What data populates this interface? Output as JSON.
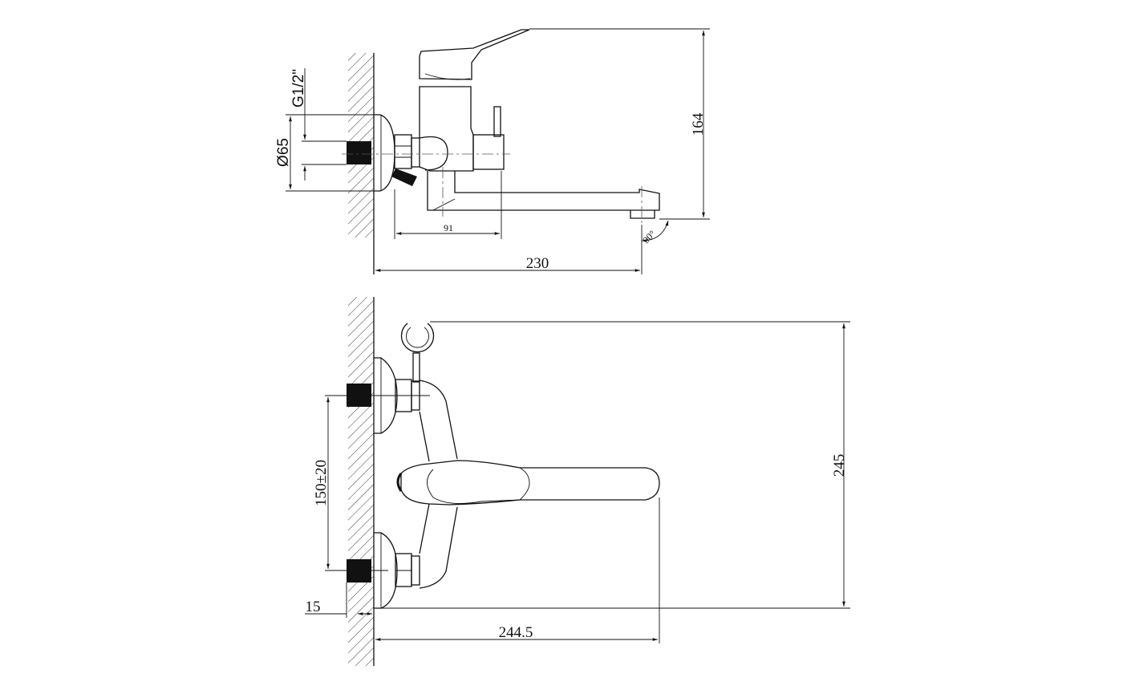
{
  "drawing": {
    "top_view": {
      "dimensions": {
        "thread": "G1/2\"",
        "rosette_diameter": "Ø65",
        "body_reach": "91",
        "spout_swivel": "90°",
        "total_reach": "230",
        "height": "164"
      }
    },
    "front_view": {
      "dimensions": {
        "height": "245",
        "inlet_spacing": "150±20",
        "wall_offset": "15",
        "lever_reach": "244.5"
      }
    },
    "colors": {
      "line": "#111111",
      "background": "#ffffff"
    }
  }
}
